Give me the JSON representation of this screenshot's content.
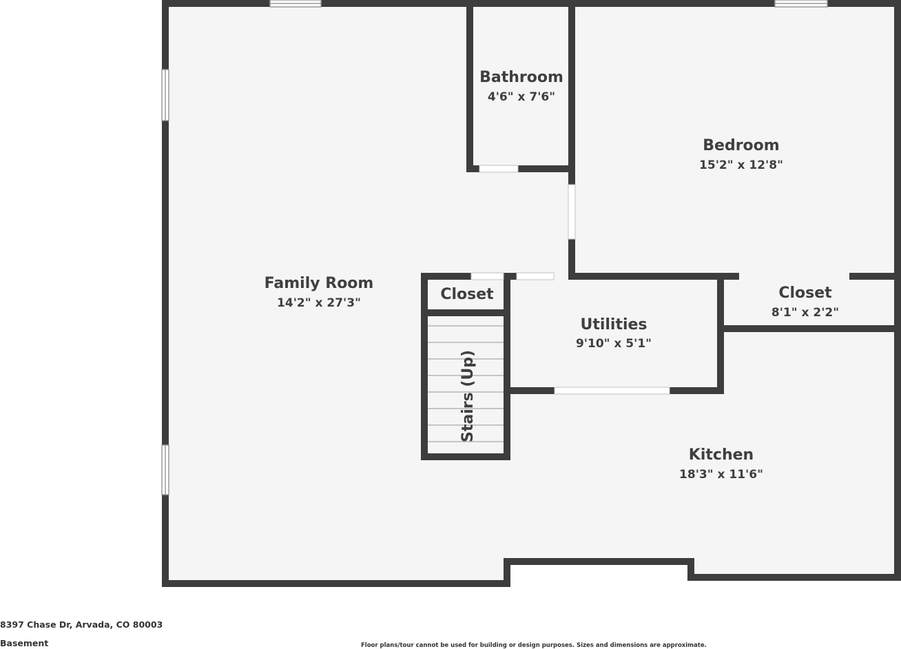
{
  "rooms": {
    "family_room": {
      "name": "Family Room",
      "dims": "14'2\" x 27'3\""
    },
    "bathroom": {
      "name": "Bathroom",
      "dims": "4'6\" x 7'6\""
    },
    "bedroom": {
      "name": "Bedroom",
      "dims": "15'2\" x 12'8\""
    },
    "closet_stair": {
      "name": "Closet"
    },
    "closet_bedroom": {
      "name": "Closet",
      "dims": "8'1\" x 2'2\""
    },
    "utilities": {
      "name": "Utilities",
      "dims": "9'10\" x 5'1\""
    },
    "kitchen": {
      "name": "Kitchen",
      "dims": "18'3\" x 11'6\""
    },
    "stairs": {
      "name": "Stairs (Up)"
    }
  },
  "footer": {
    "address": "8397 Chase Dr, Arvada, CO 80003",
    "level": "Basement",
    "disclaimer": "Floor plans/tour cannot be used for building or design purposes. Sizes and dimensions are approximate."
  },
  "colors": {
    "wall": "#3d3d3d",
    "floor": "#f5f5f5",
    "text": "#3f3f3f"
  }
}
